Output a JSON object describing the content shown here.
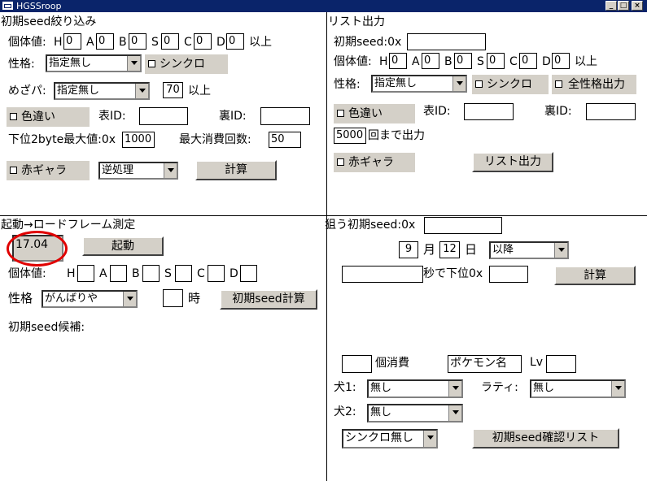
{
  "window": {
    "title": "HGSSroop"
  },
  "p1": {
    "title": "初期seed絞り込み",
    "ivs_label": "個体値:",
    "stats": [
      "H",
      "A",
      "B",
      "S",
      "C",
      "D"
    ],
    "iv_values": [
      "0",
      "0",
      "0",
      "0",
      "0",
      "0"
    ],
    "ivs_suffix": "以上",
    "nature_label": "性格:",
    "nature_value": "指定無し",
    "synchro": "シンクロ",
    "hp_label": "めざパ:",
    "hp_value": "指定無し",
    "hp_power": "70",
    "hp_suffix": "以上",
    "shiny": "色違い",
    "tid_label": "表ID:",
    "sid_label": "裏ID:",
    "low2_label": "下位2byte最大値:0x",
    "low2_value": "1000",
    "maxcons_label": "最大消費回数:",
    "maxcons_value": "50",
    "red_gyarados": "赤ギャラ",
    "reverse_value": "逆処理",
    "calc_button": "計算"
  },
  "p2": {
    "title": "リスト出力",
    "seed_label": "初期seed:0x",
    "ivs_label": "個体値:",
    "stats": [
      "H",
      "A",
      "B",
      "S",
      "C",
      "D"
    ],
    "iv_values": [
      "0",
      "0",
      "0",
      "0",
      "0",
      "0"
    ],
    "ivs_suffix": "以上",
    "nature_label": "性格:",
    "nature_value": "指定無し",
    "synchro": "シンクロ",
    "all_nature": "全性格出力",
    "shiny": "色違い",
    "tid_label": "表ID:",
    "sid_label": "裏ID:",
    "count_value": "5000",
    "count_suffix": "回まで出力",
    "red_gyarados": "赤ギャラ",
    "output_button": "リスト出力"
  },
  "p3": {
    "title": "起動→ロードフレーム測定",
    "timer": "17.04",
    "start_button": "起動",
    "ivs_label": "個体値:",
    "stats": [
      "H",
      "A",
      "B",
      "S",
      "C",
      "D"
    ],
    "nature_label": "性格",
    "nature_value": "がんばりや",
    "hour_label": "時",
    "calc_button": "初期seed計算",
    "candidates_label": "初期seed候補:"
  },
  "p4": {
    "title": "狙う初期seed:0x",
    "month": "9",
    "month_label": "月",
    "day": "12",
    "day_label": "日",
    "after_value": "以降",
    "sec_label": "秒で下位0x",
    "calc_button": "計算",
    "consume_label": "個消費",
    "pokemon_button": "ポケモン名",
    "lv_label": "Lv",
    "dog1_label": "犬1:",
    "dog1_value": "無し",
    "latias_label": "ラティ:",
    "latias_value": "無し",
    "dog2_label": "犬2:",
    "dog2_value": "無し",
    "synchro_value": "シンクロ無し",
    "confirm_button": "初期seed確認リスト"
  }
}
